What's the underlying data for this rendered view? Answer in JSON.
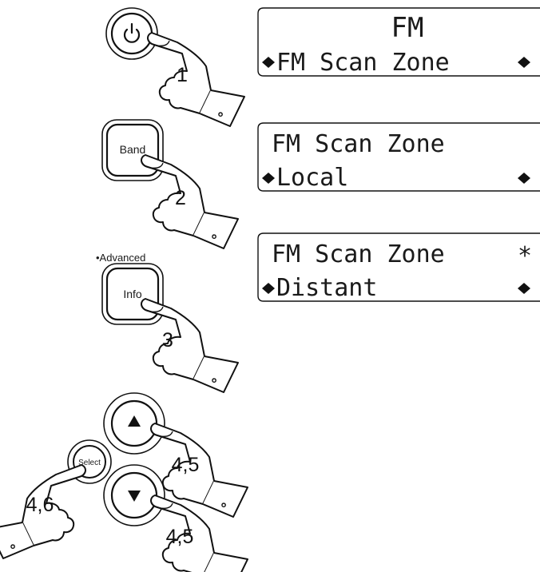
{
  "buttons": {
    "power": {
      "icon": "power-icon"
    },
    "band": {
      "label": "Band"
    },
    "info": {
      "label": "Info",
      "caption": "•Advanced"
    },
    "up": {
      "icon": "triangle-up-icon"
    },
    "down": {
      "icon": "triangle-down-icon"
    },
    "select": {
      "label": "Select"
    }
  },
  "steps": {
    "power": "1",
    "band": "2",
    "info": "3",
    "up": "4,5",
    "select": "4,6",
    "down": "4,5"
  },
  "displays": [
    {
      "line1": "FM",
      "line2": "FM Scan Zone",
      "line1_marker": ""
    },
    {
      "line1": "FM Scan Zone",
      "line2": "Local",
      "line1_marker": ""
    },
    {
      "line1": "FM Scan Zone",
      "line2": "Distant",
      "line1_marker": "*"
    }
  ]
}
